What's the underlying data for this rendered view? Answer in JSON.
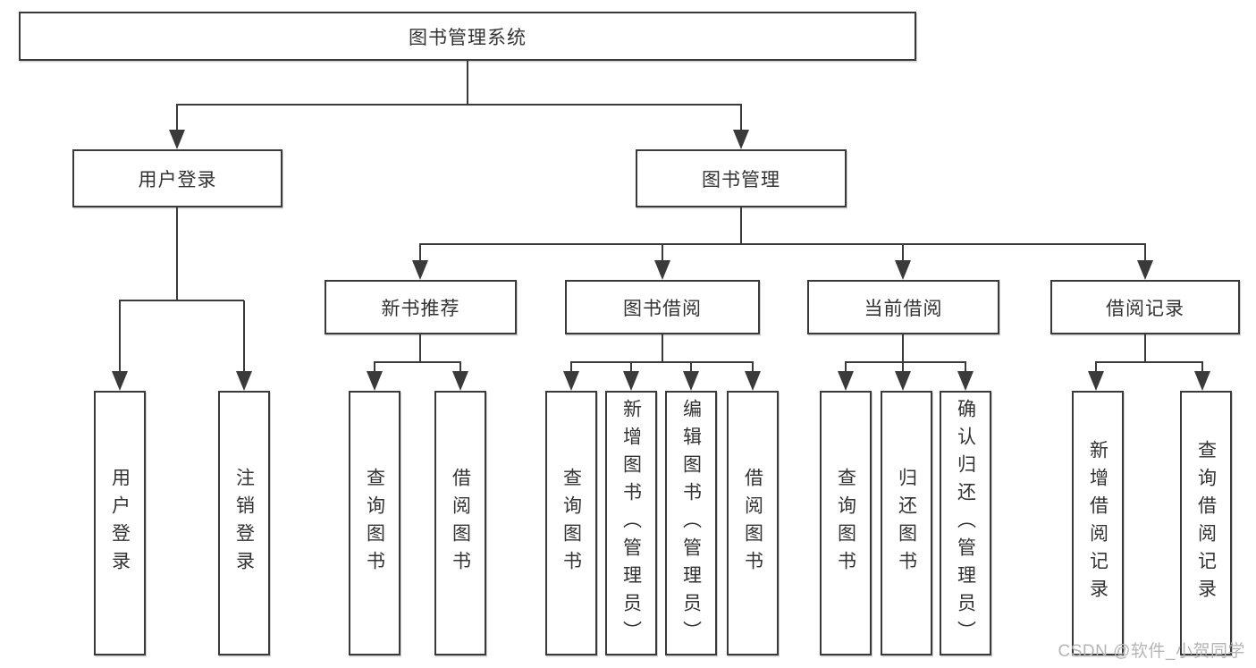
{
  "diagram": {
    "root": {
      "label": "图书管理系统"
    },
    "level1": [
      {
        "id": "user-login",
        "label": "用户登录"
      },
      {
        "id": "book-management",
        "label": "图书管理"
      }
    ],
    "level2": [
      {
        "id": "new-book-recommend",
        "label": "新书推荐"
      },
      {
        "id": "book-borrow",
        "label": "图书借阅"
      },
      {
        "id": "current-borrow",
        "label": "当前借阅"
      },
      {
        "id": "borrow-record",
        "label": "借阅记录"
      }
    ],
    "leaves": {
      "user_login": [
        {
          "label": "用户登录"
        },
        {
          "label": "注销登录"
        }
      ],
      "new_book": [
        {
          "label": "查询图书"
        },
        {
          "label": "借阅图书"
        }
      ],
      "book_borrow": [
        {
          "label": "查询图书"
        },
        {
          "label": "新增图书（管理员）"
        },
        {
          "label": "编辑图书（管理员）"
        },
        {
          "label": "借阅图书"
        }
      ],
      "current_borrow": [
        {
          "label": "查询图书"
        },
        {
          "label": "归还图书"
        },
        {
          "label": "确认归还（管理员）"
        }
      ],
      "borrow_record": [
        {
          "label": "新增借阅记录"
        },
        {
          "label": "查询借阅记录"
        }
      ]
    },
    "watermark": "CSDN @软件_小贺同学",
    "colors": {
      "line": "#3a3a3a",
      "text": "#333333",
      "watermark": "#b5b5b5",
      "background": "#ffffff"
    }
  }
}
